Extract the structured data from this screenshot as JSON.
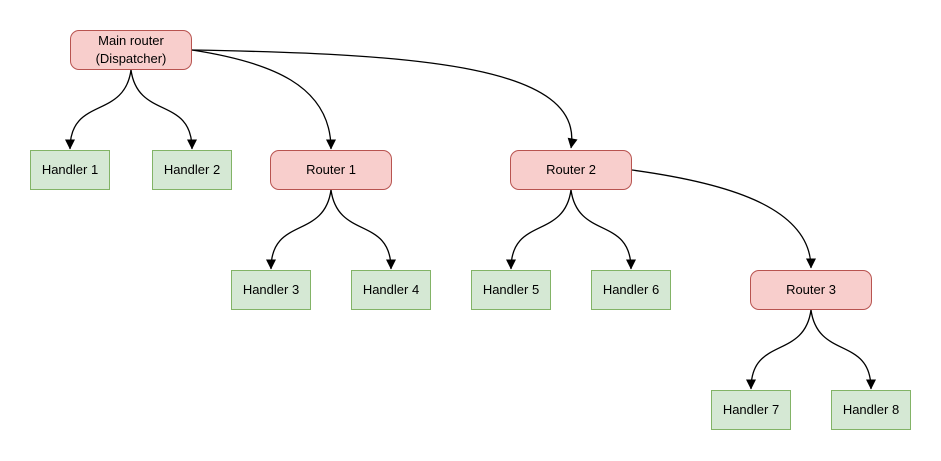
{
  "diagram": {
    "nodes": {
      "main": {
        "label": "Main router\n(Dispatcher)",
        "type": "router"
      },
      "handler1": {
        "label": "Handler 1",
        "type": "handler"
      },
      "handler2": {
        "label": "Handler 2",
        "type": "handler"
      },
      "router1": {
        "label": "Router 1",
        "type": "router"
      },
      "router2": {
        "label": "Router 2",
        "type": "router"
      },
      "handler3": {
        "label": "Handler 3",
        "type": "handler"
      },
      "handler4": {
        "label": "Handler 4",
        "type": "handler"
      },
      "handler5": {
        "label": "Handler 5",
        "type": "handler"
      },
      "handler6": {
        "label": "Handler 6",
        "type": "handler"
      },
      "router3": {
        "label": "Router 3",
        "type": "router"
      },
      "handler7": {
        "label": "Handler 7",
        "type": "handler"
      },
      "handler8": {
        "label": "Handler 8",
        "type": "handler"
      }
    },
    "edges": [
      {
        "from": "main",
        "to": "handler1"
      },
      {
        "from": "main",
        "to": "handler2"
      },
      {
        "from": "main",
        "to": "router1"
      },
      {
        "from": "main",
        "to": "router2"
      },
      {
        "from": "router1",
        "to": "handler3"
      },
      {
        "from": "router1",
        "to": "handler4"
      },
      {
        "from": "router2",
        "to": "handler5"
      },
      {
        "from": "router2",
        "to": "handler6"
      },
      {
        "from": "router2",
        "to": "router3"
      },
      {
        "from": "router3",
        "to": "handler7"
      },
      {
        "from": "router3",
        "to": "handler8"
      }
    ],
    "colors": {
      "router_fill": "#f8cecc",
      "router_border": "#b85450",
      "handler_fill": "#d5e8d4",
      "handler_border": "#82b366",
      "edge": "#000000",
      "text": "#000000",
      "background": "#ffffff"
    }
  }
}
